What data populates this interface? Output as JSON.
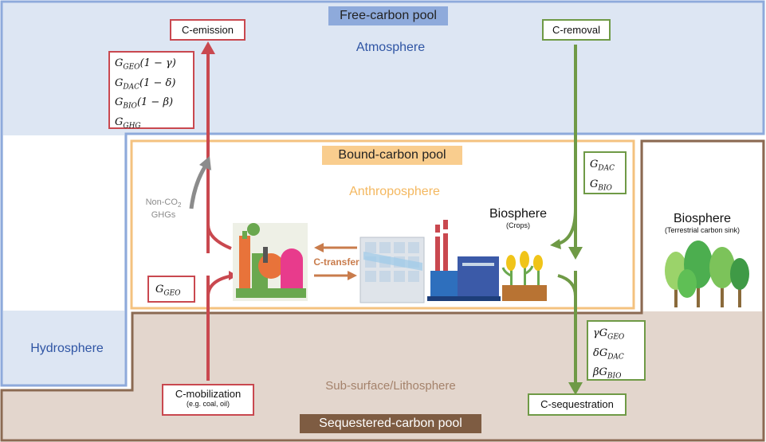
{
  "pools": {
    "free": "Free-carbon pool",
    "bound": "Bound-carbon pool",
    "sequestered": "Sequestered-carbon pool"
  },
  "regions": {
    "atmosphere": "Atmosphere",
    "anthroposphere": "Anthroposphere",
    "hydrosphere": "Hydrosphere",
    "lithosphere": "Sub-surface/Lithosphere",
    "biosphere_crops": "Biosphere",
    "biosphere_crops_sub": "(Crops)",
    "biosphere_terrestrial": "Biosphere",
    "biosphere_terrestrial_sub": "(Terrestrial carbon sink)"
  },
  "flows": {
    "c_emission": "C-emission",
    "c_removal": "C-removal",
    "c_mobilization": "C-mobilization",
    "c_mobilization_sub": "(e.g. coal, oil)",
    "c_sequestration": "C-sequestration",
    "c_transfer": "C-transfer",
    "non_co2_line1": "Non-CO",
    "non_co2_sub": "2",
    "non_co2_line2": "GHGs"
  },
  "equations": {
    "emission": [
      {
        "var": "G",
        "sub": "GEO",
        "rest": "(1 − γ)"
      },
      {
        "var": "G",
        "sub": "DAC",
        "rest": "(1 − δ)"
      },
      {
        "var": "G",
        "sub": "BIO",
        "rest": "(1 − β)"
      },
      {
        "var": "G",
        "sub": "GHG",
        "rest": ""
      }
    ],
    "removal": [
      {
        "pre": "",
        "var": "G",
        "sub": "DAC"
      },
      {
        "pre": "",
        "var": "G",
        "sub": "BIO"
      }
    ],
    "geo": {
      "var": "G",
      "sub": "GEO"
    },
    "sequestration": [
      {
        "pre": "γ",
        "var": "G",
        "sub": "GEO"
      },
      {
        "pre": "δ",
        "var": "G",
        "sub": "DAC"
      },
      {
        "pre": "β",
        "var": "G",
        "sub": "BIO"
      }
    ]
  },
  "colors": {
    "atmosphere_fill": "#dde6f3",
    "atmosphere_border": "#8eaadb",
    "free_pool_tag": "#8eaadb",
    "bound_border": "#f4c27f",
    "bound_tag": "#f9cd8e",
    "seq_border": "#8b6a52",
    "seq_fill": "#e3d6cd",
    "seq_tag": "#7e5c42",
    "red": "#c9484f",
    "green": "#6f9a46",
    "grey_arrow": "#8c8c8c",
    "transfer": "#c97c4c"
  }
}
